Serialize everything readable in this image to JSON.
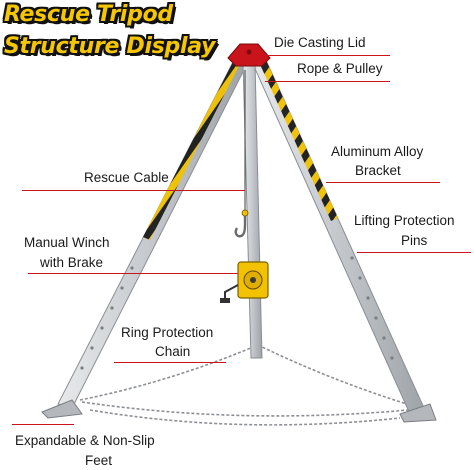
{
  "title": {
    "line1": "Rescue Tripod",
    "line2": "Structure Display"
  },
  "labels": {
    "die_casting_lid": "Die Casting Lid",
    "rope_pulley": "Rope & Pulley",
    "aluminum_alloy_line1": "Aluminum Alloy",
    "aluminum_alloy_line2": "Bracket",
    "rescue_cable": "Rescue Cable",
    "lifting_pins_line1": "Lifting Protection",
    "lifting_pins_line2": "Pins",
    "manual_winch_line1": "Manual Winch",
    "manual_winch_line2": "with Brake",
    "ring_chain_line1": "Ring Protection",
    "ring_chain_line2": "Chain",
    "feet_line1": "Expandable & Non-Slip",
    "feet_line2": "Feet"
  },
  "colors": {
    "callout_line": "#c8141a",
    "title_fill": "#f6c600",
    "title_outline": "#111111",
    "leg_aluminum": "#c9ccd0",
    "lid_red": "#c8141a",
    "hazard_yellow": "#f2c200",
    "hazard_black": "#1a1a1a",
    "winch_yellow": "#f2c200"
  }
}
